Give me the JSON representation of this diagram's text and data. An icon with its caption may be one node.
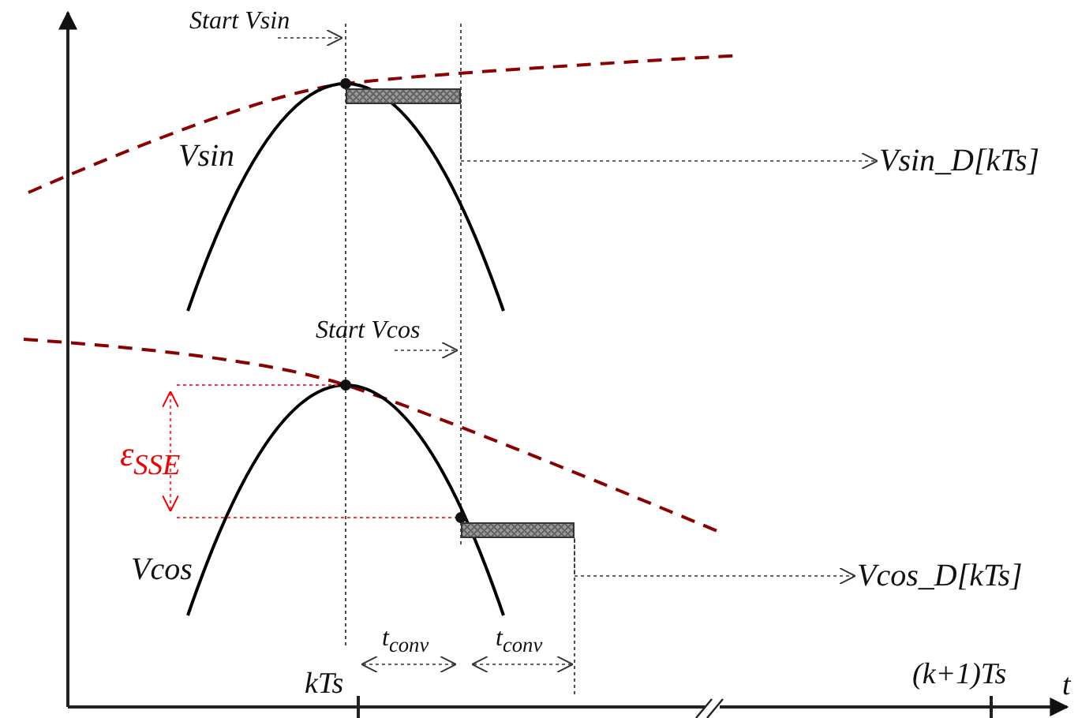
{
  "diagram": {
    "nodes": [
      {
        "text": [],
        "shape": "bar"
      },
      {
        "text": [
          "Vsin_D[kTs]"
        ]
      },
      {
        "text": [],
        "shape": "bar"
      },
      {
        "text": [
          "Vcos_D[kTs]"
        ]
      }
    ],
    "edges": [
      {
        "from": 0,
        "to": 1,
        "arrow": "to",
        "style": "dashed"
      },
      {
        "from": 2,
        "to": 3,
        "arrow": "to",
        "style": "dashed"
      }
    ],
    "labels": [
      "Start Vsin",
      "Vsin",
      "Start Vcos",
      "ε$_{SSE}$",
      "Vcos",
      "t$_{conv}$",
      "t$_{conv}$",
      "kTs",
      "(k+1)Ts",
      "t"
    ]
  }
}
